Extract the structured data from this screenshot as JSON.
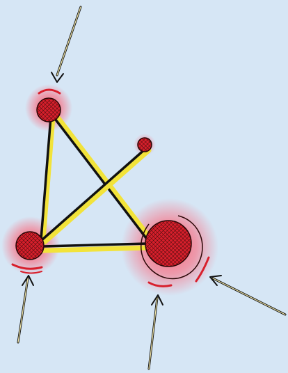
{
  "colors": {
    "background": "#d6e6f5",
    "node_fill": "#d81f2c",
    "node_glow": "#ff5a6e",
    "edge_yellow": "#f2e33a",
    "edge_black": "#111111",
    "arrow_stroke": "#111111",
    "arrow_fill": "#f3e7a6",
    "marker_red": "#d81f2c"
  },
  "diagram": {
    "nodes": [
      {
        "id": "top",
        "size": "medium",
        "highlighted": true
      },
      {
        "id": "right-small",
        "size": "small",
        "highlighted": false
      },
      {
        "id": "bottom-left",
        "size": "medium",
        "highlighted": true
      },
      {
        "id": "bottom-right",
        "size": "large",
        "highlighted": true
      }
    ],
    "edges": [
      [
        "top",
        "bottom-left"
      ],
      [
        "top",
        "bottom-right"
      ],
      [
        "bottom-left",
        "bottom-right"
      ],
      [
        "bottom-left",
        "right-small"
      ]
    ],
    "pointer_arrows": 4
  }
}
